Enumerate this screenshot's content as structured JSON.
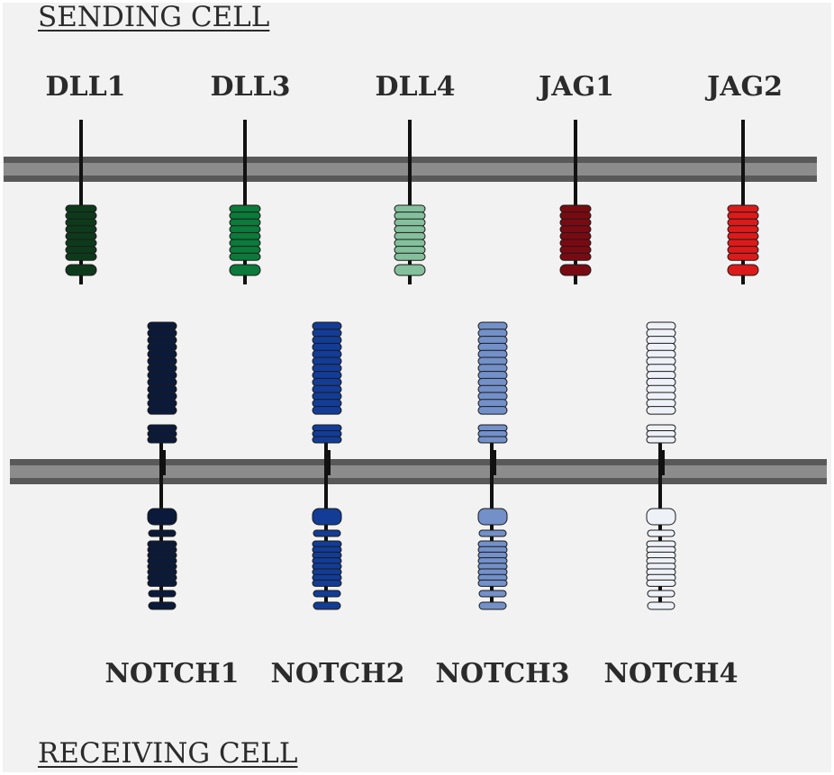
{
  "sending_cell_label": "SENDING CELL",
  "receiving_cell_label": "RECEIVING CELL",
  "colors": {
    "background": "#f2f2f2",
    "membrane_dark": "#595959",
    "membrane_light": "#8c8c8c",
    "stalk": "#111111"
  },
  "ligands": [
    {
      "name": "DLL1",
      "color": "#0e3a1c"
    },
    {
      "name": "DLL3",
      "color": "#0b7a3a"
    },
    {
      "name": "DLL4",
      "color": "#84c09c"
    },
    {
      "name": "JAG1",
      "color": "#7a0a12"
    },
    {
      "name": "JAG2",
      "color": "#dd1a1a"
    }
  ],
  "receptors": [
    {
      "name": "NOTCH1",
      "color": "#0b1a3a"
    },
    {
      "name": "NOTCH2",
      "color": "#123c96"
    },
    {
      "name": "NOTCH3",
      "color": "#7390c8"
    },
    {
      "name": "NOTCH4",
      "color": "#eef2f8"
    }
  ]
}
